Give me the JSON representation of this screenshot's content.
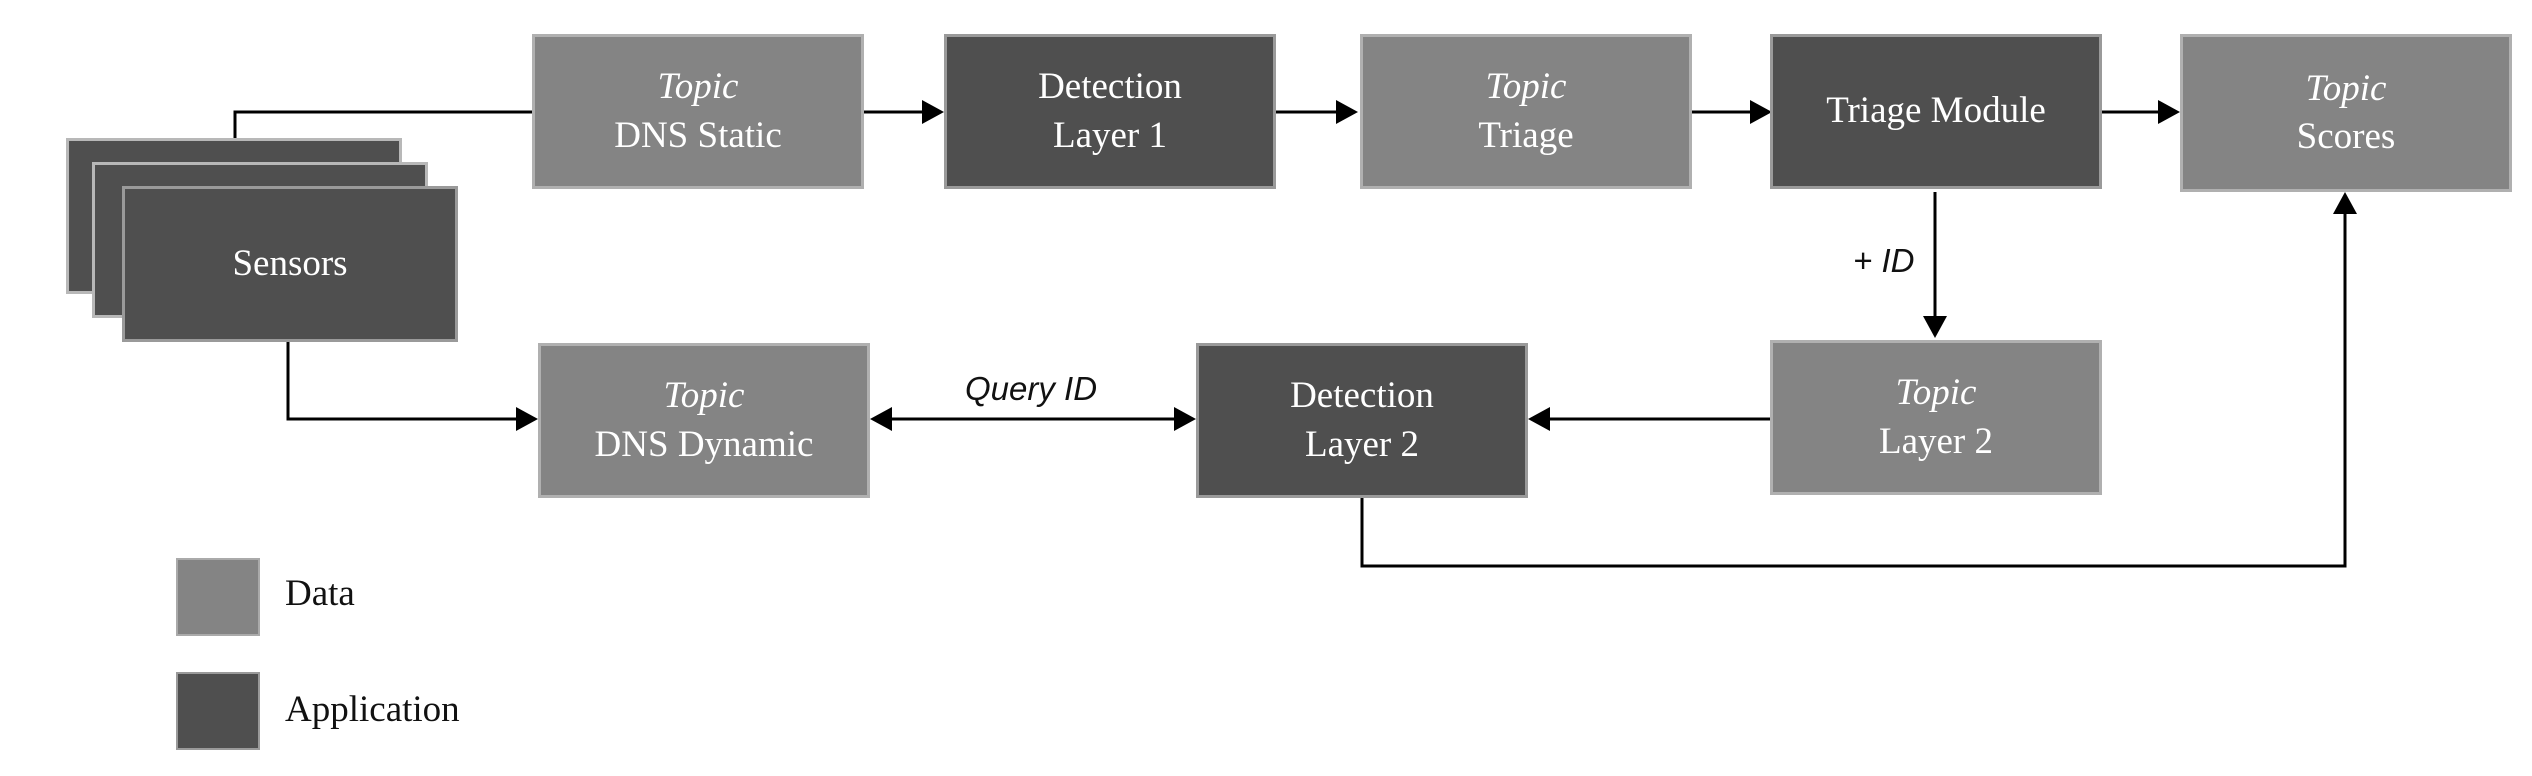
{
  "colors": {
    "data": "#848484",
    "application": "#4f4f4f",
    "line": "#000000",
    "background": "#ffffff"
  },
  "nodes": {
    "sensors": {
      "label": "Sensors"
    },
    "dns_static": {
      "topic": "Topic",
      "label": "DNS Static"
    },
    "detection_layer_1": {
      "line1": "Detection",
      "line2": "Layer 1"
    },
    "triage": {
      "topic": "Topic",
      "label": "Triage"
    },
    "triage_module": {
      "label": "Triage Module"
    },
    "scores": {
      "topic": "Topic",
      "label": "Scores"
    },
    "dns_dynamic": {
      "topic": "Topic",
      "label": "DNS Dynamic"
    },
    "detection_layer_2": {
      "line1": "Detection",
      "line2": "Layer 2"
    },
    "layer_2": {
      "topic": "Topic",
      "label": "Layer 2"
    }
  },
  "edge_labels": {
    "plus_id": "+ ID",
    "query_id": "Query ID"
  },
  "legend": {
    "data": "Data",
    "application": "Application"
  }
}
